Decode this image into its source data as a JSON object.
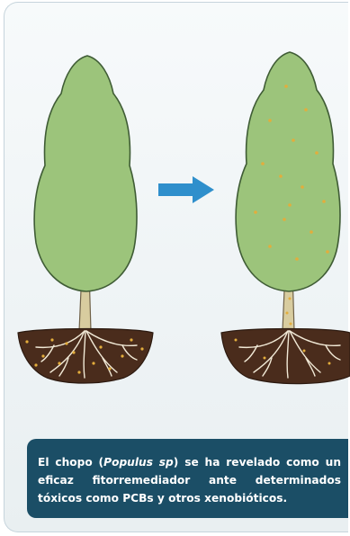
{
  "caption": {
    "before_species": "El chopo (",
    "species": "Populus sp",
    "after_species": ") se ha revelado como un eficaz fitorremediador ante determinados tóxicos como PCBs y otros xenobióticos."
  },
  "colors": {
    "canopy": "#9cc47b",
    "canopy_outline": "#3f5c35",
    "trunk": "#d8cc9f",
    "soil": "#4a2c1c",
    "arrow": "#2f8fcc",
    "caption_bg": "#1b4e66",
    "pollutant_dots": "#e3ad3c"
  }
}
